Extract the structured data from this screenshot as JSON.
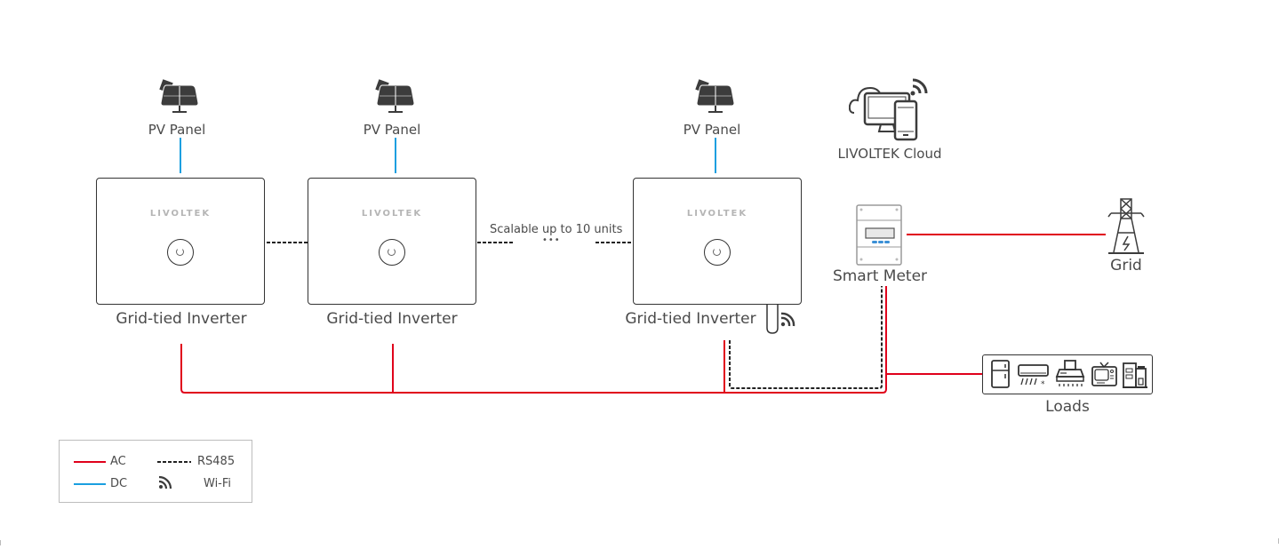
{
  "colors": {
    "ac": "#e0001b",
    "dc": "#1a9fe0",
    "rs485": "#222222",
    "icon": "#3c3c3c",
    "text": "#4a4a4a",
    "brand_text": "#b5b5b5",
    "meter_buttons": "#3a8fd6"
  },
  "pv_panels": [
    {
      "label": "PV Panel",
      "icon": "solar-panel-icon"
    },
    {
      "label": "PV Panel",
      "icon": "solar-panel-icon"
    },
    {
      "label": "PV Panel",
      "icon": "solar-panel-icon"
    }
  ],
  "inverters": [
    {
      "label": "Grid-tied Inverter",
      "brand": "LIVOLTEK",
      "icon": "power-button-icon"
    },
    {
      "label": "Grid-tied Inverter",
      "brand": "LIVOLTEK",
      "icon": "power-button-icon"
    },
    {
      "label": "Grid-tied Inverter",
      "brand": "LIVOLTEK",
      "icon": "power-button-icon",
      "has_wifi_dongle": true
    }
  ],
  "scalable_note": "Scalable up to 10 units",
  "ellipsis": "•••",
  "cloud": {
    "label": "LIVOLTEK Cloud",
    "icon": "cloud-devices-icon"
  },
  "smart_meter": {
    "label": "Smart Meter",
    "icon": "smart-meter-icon"
  },
  "grid": {
    "label": "Grid",
    "icon": "transmission-tower-icon"
  },
  "loads": {
    "label": "Loads",
    "icons": [
      "fridge-icon",
      "air-conditioner-icon",
      "range-hood-icon",
      "tv-icon",
      "building-icon"
    ]
  },
  "legend": {
    "items": [
      {
        "label": "AC",
        "style": "solid-red"
      },
      {
        "label": "DC",
        "style": "solid-blue"
      },
      {
        "label": "RS485",
        "style": "dashed-black"
      },
      {
        "label": "Wi-Fi",
        "style": "wifi-icon"
      }
    ]
  }
}
